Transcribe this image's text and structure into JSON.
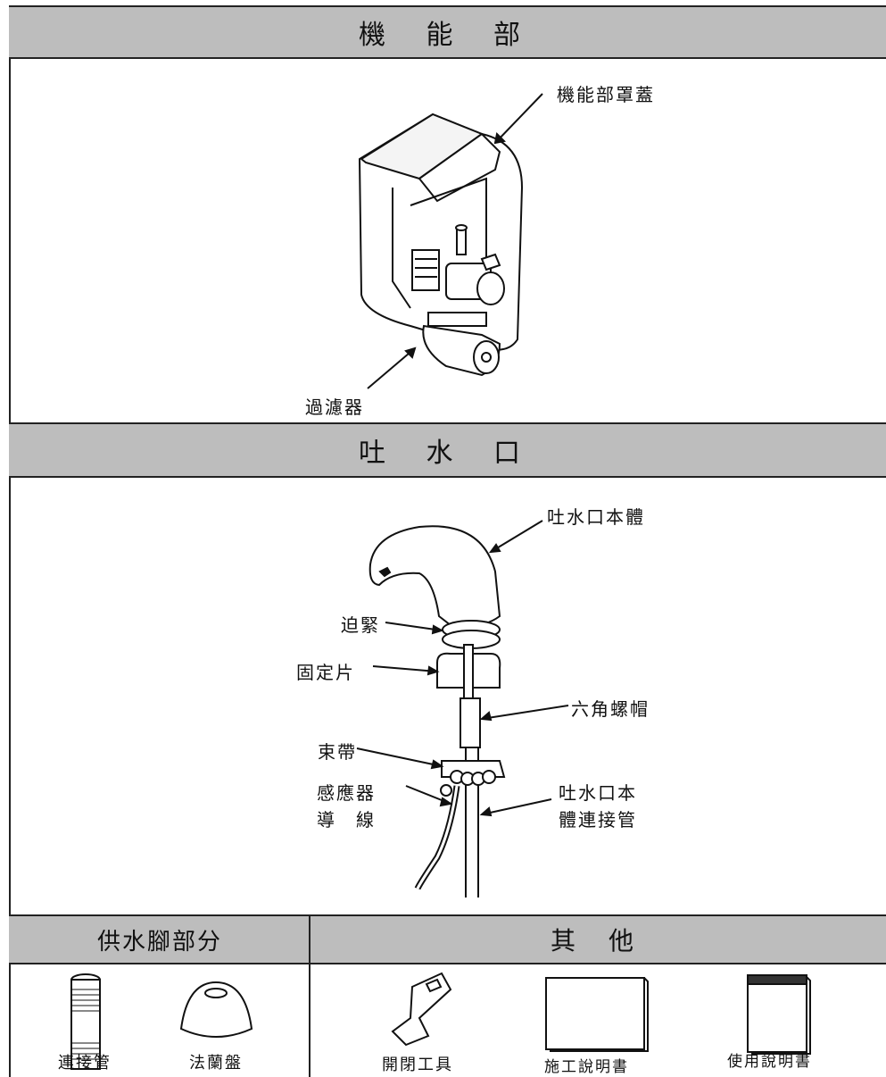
{
  "sections": {
    "function": {
      "title": "機 能 部",
      "labels": {
        "cover": "機能部罩蓋",
        "filter": "過濾器"
      }
    },
    "spout": {
      "title": "吐 水 口",
      "labels": {
        "body": "吐水口本體",
        "tighten": "迫緊",
        "fixing_plate": "固定片",
        "hex_nut": "六角螺帽",
        "band": "束帶",
        "sensor_wire_line1": "感應器",
        "sensor_wire_line2": "導　線",
        "pipe_line1": "吐水口本",
        "pipe_line2": "體連接管"
      }
    },
    "supply": {
      "title": "供水腳部分",
      "items": [
        "連接管",
        "法蘭盤"
      ]
    },
    "other": {
      "title": "其 他",
      "items": [
        "開閉工具",
        "施工說明書",
        "使用說明書"
      ]
    }
  },
  "icons": [
    "connecting-pipe",
    "flange",
    "key-tool",
    "installation-manual",
    "user-manual"
  ]
}
